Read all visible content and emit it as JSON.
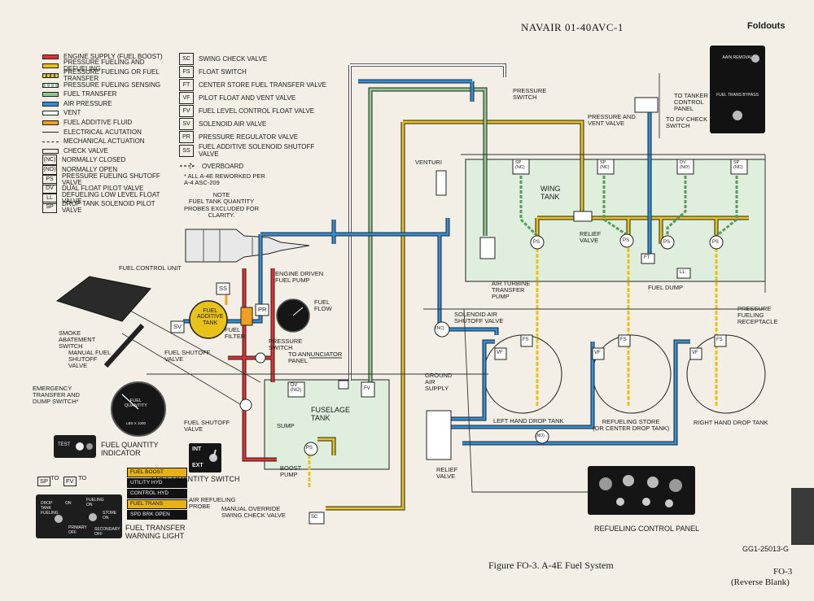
{
  "page": {
    "title": "NAVAIR 01-40AVC-1",
    "section": "Foldouts",
    "caption": "Figure FO-3.  A-4E Fuel System",
    "page_number": "FO-3",
    "page_note": "(Reverse Blank)",
    "drawing_number": "GG1-25013-G"
  },
  "colors": {
    "engine_supply": "#e03030",
    "pressure_fueling": "#e8c21a",
    "fuel_transfer": "#8fc98f",
    "air_pressure": "#2f8fd8",
    "vent": "#ffffff",
    "additive": "#f0a020",
    "tank_fill": "#dfeedd"
  },
  "legend": [
    {
      "label": "ENGINE SUPPLY (FUEL BOOST)",
      "style": "red"
    },
    {
      "label": "PRESSURE FUELING AND DEFUELING",
      "style": "yellow"
    },
    {
      "label": "PRESSURE FUELING OR FUEL TRANSFER",
      "style": "yellow-dash"
    },
    {
      "label": "PRESSURE FUELING SENSING",
      "style": "green-dash"
    },
    {
      "label": "FUEL TRANSFER",
      "style": "green"
    },
    {
      "label": "AIR PRESSURE",
      "style": "blue"
    },
    {
      "label": "VENT",
      "style": "white"
    },
    {
      "label": "FUEL ADDITIVE FLUID",
      "style": "orange"
    },
    {
      "label": "ELECTRICAL ACUTATION",
      "style": "elec"
    },
    {
      "label": "MECHANICAL ACTUATION",
      "style": "mech"
    },
    {
      "label": "CHECK VALVE",
      "style": "check"
    },
    {
      "code": "(NC)",
      "label": "NORMALLY CLOSED"
    },
    {
      "code": "(NO)",
      "label": "NORMALLY OPEN"
    },
    {
      "code": "PS",
      "label": "PRESSURE FUELING SHUTOFF VALVE"
    },
    {
      "code": "DV",
      "label": "DUAL FLOAT PILOT VALVE"
    },
    {
      "code": "LL",
      "label": "DEFUELING LOW LEVEL FLOAT VALVE"
    },
    {
      "code": "SP",
      "label": "DROP TANK SOLENOID PILOT VALVE"
    }
  ],
  "abbreviations": [
    {
      "code": "SC",
      "label": "SWING CHECK VALVE"
    },
    {
      "code": "FS",
      "label": "FLOAT SWITCH"
    },
    {
      "code": "FT",
      "label": "CENTER STORE FUEL TRANSFER VALVE"
    },
    {
      "code": "VF",
      "label": "PILOT FLOAT AND VENT VALVE"
    },
    {
      "code": "FV",
      "label": "FUEL LEVEL CONTROL FLOAT VALVE"
    },
    {
      "code": "SV",
      "label": "SOLENOID AIR VALVE"
    },
    {
      "code": "PR",
      "label": "PRESSURE REGULATOR VALVE"
    },
    {
      "code": "SS",
      "label": "FUEL ADDITIVE SOLENOID SHUTOFF VALVE"
    }
  ],
  "overboard": "OVERBOARD",
  "footnote": "* ALL A-4E REWORKED PER A-4 ASC-209",
  "note": "NOTE\nFUEL TANK QUANTITY PROBES EXCLUDED FOR CLARITY.",
  "labels": {
    "fuel_control_unit": "FUEL CONTROL UNIT",
    "engine_driven_pump": "ENGINE DRIVEN\nFUEL PUMP",
    "fuel_flow": "FUEL\nFLOW",
    "fuel_additive_tank": "FUEL\nADDITIVE\nTANK",
    "fuel_filter": "FUEL\nFILTER",
    "smoke_switch": "SMOKE\nABATEMENT\nSWITCH",
    "manual_fuel_shutoff": "MANUAL FUEL\nSHUTOFF\nVALVE",
    "emergency_transfer": "EMERGENCY\nTRANSFER AND\nDUMP SWITCH*",
    "fuel_shutoff_valve_1": "FUEL SHUTOFF\nVALVE",
    "pressure_switch_annunciator": "PRESSURE\nSWITCH",
    "to_annunciator": "TO ANNUNCIATOR\nPANEL",
    "fuel_shutoff_valve_2": "FUEL SHUTOFF\nVALVE",
    "fuel_quantity_indicator": "FUEL QUANTITY\nINDICATOR",
    "fuel_quantity_switch": "FUEL QUANTITY SWITCH",
    "fuel_transfer_warning": "FUEL TRANSFER\nWARNING LIGHT",
    "fuselage_tank": "FUSELAGE\nTANK",
    "sump": "SUMP",
    "boost_pump": "BOOST\nPUMP",
    "air_refueling_probe": "AIR REFUELING\nPROBE",
    "manual_override": "MANUAL OVERRIDE\nSWING CHECK VALVE",
    "venturi": "VENTURI",
    "air_turbine_pump": "AIR TURBINE\nTRANSFER\nPUMP",
    "solenoid_air_shutoff": "SOLENOID AIR\nSHUTOFF VALVE",
    "ground_air_supply": "GROUND\nAIR\nSUPPLY",
    "relief_valve_lower": "RELIEF\nVALVE",
    "wing_tank": "WING\nTANK",
    "relief_valve_wing": "RELIEF\nVALVE",
    "fuel_dump": "FUEL DUMP",
    "pressure_switch_top": "PRESSURE\nSWITCH",
    "pressure_vent_valve": "PRESSURE AND\nVENT VALVE",
    "to_tanker_panel": "TO TANKER\nCONTROL\nPANEL",
    "to_dv_check": "TO DV CHECK\nSWITCH",
    "pressure_receptacle": "PRESSURE\nFUELING\nRECEPTACLE",
    "lh_drop_tank": "LEFT HAND DROP TANK",
    "refueling_store": "REFUELING STORE\n(OR CENTER DROP TANK)",
    "rh_drop_tank": "RIGHT HAND DROP TANK",
    "refueling_panel": "REFUELING CONTROL PANEL",
    "gauge_title": "FUEL\nQUANTITY",
    "gauge_scale": "LBS X 1000",
    "test": "TEST",
    "int": "INT",
    "ext": "EXT",
    "sp": "SP",
    "to1": "TO",
    "fv_box": "FV",
    "to2": "TO",
    "switch_drop": "DROP\nTANK\nFUELING",
    "switch_on": "ON",
    "switch_off1": "PRIMARY\nOFF",
    "switch_fueling": "FUELING\nON",
    "switch_store": "STORE\nON",
    "switch_off2": "SECONDARY\nOFF",
    "tanker_1": "AAIN\nREMOVAL",
    "tanker_2": "FUEL TRANS\nBYPASS"
  },
  "component_codes": {
    "ss": "SS",
    "pr": "PR",
    "sv": "SV",
    "ps_fus": "PS",
    "dv_fus": "DV\n(NO)",
    "fv": "FV",
    "sc": "SC",
    "nc_sol": "(NC)",
    "no_relief": "(NO)",
    "sp1": "SP\n(NC)",
    "sp2": "SP\n(NC)",
    "dv_wing": "DV\n(NO)",
    "sp3": "SP\n(NC)",
    "ps1": "PS",
    "ps2": "PS",
    "ps3": "PS",
    "ps4": "PS",
    "ft": "FT",
    "ll": "LL",
    "vf1": "VF",
    "fs1": "FS",
    "vf2": "VF",
    "fs2": "FS",
    "vf3": "VF",
    "fs3": "FS"
  },
  "warning_panel": [
    "FUEL BOOST",
    "UTILITY HYD",
    "CONTROL HYD",
    "FUEL TRANS",
    "SPD BRK OPEN"
  ],
  "warning_amber": [
    true,
    false,
    false,
    true,
    false
  ]
}
